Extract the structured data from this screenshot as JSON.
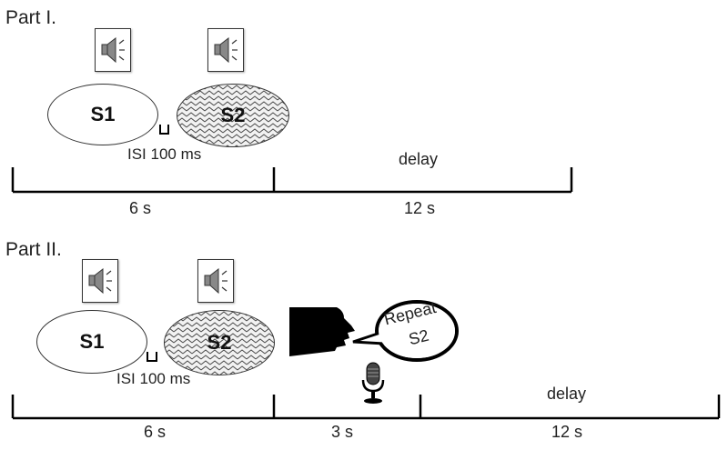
{
  "part1": {
    "label": "Part I.",
    "stimulus1": "S1",
    "stimulus2": "S2",
    "isi": "ISI 100 ms",
    "delay": "delay",
    "duration1": "6 s",
    "duration2": "12 s"
  },
  "part2": {
    "label": "Part II.",
    "stimulus1": "S1",
    "stimulus2": "S2",
    "isi": "ISI 100 ms",
    "speech_line1": "Repeat",
    "speech_line2": "S2",
    "delay": "delay",
    "duration1": "6 s",
    "duration2": "3 s",
    "duration3": "12 s"
  },
  "icons": [
    "speaker-icon",
    "speaking-head-icon",
    "microphone-icon"
  ]
}
